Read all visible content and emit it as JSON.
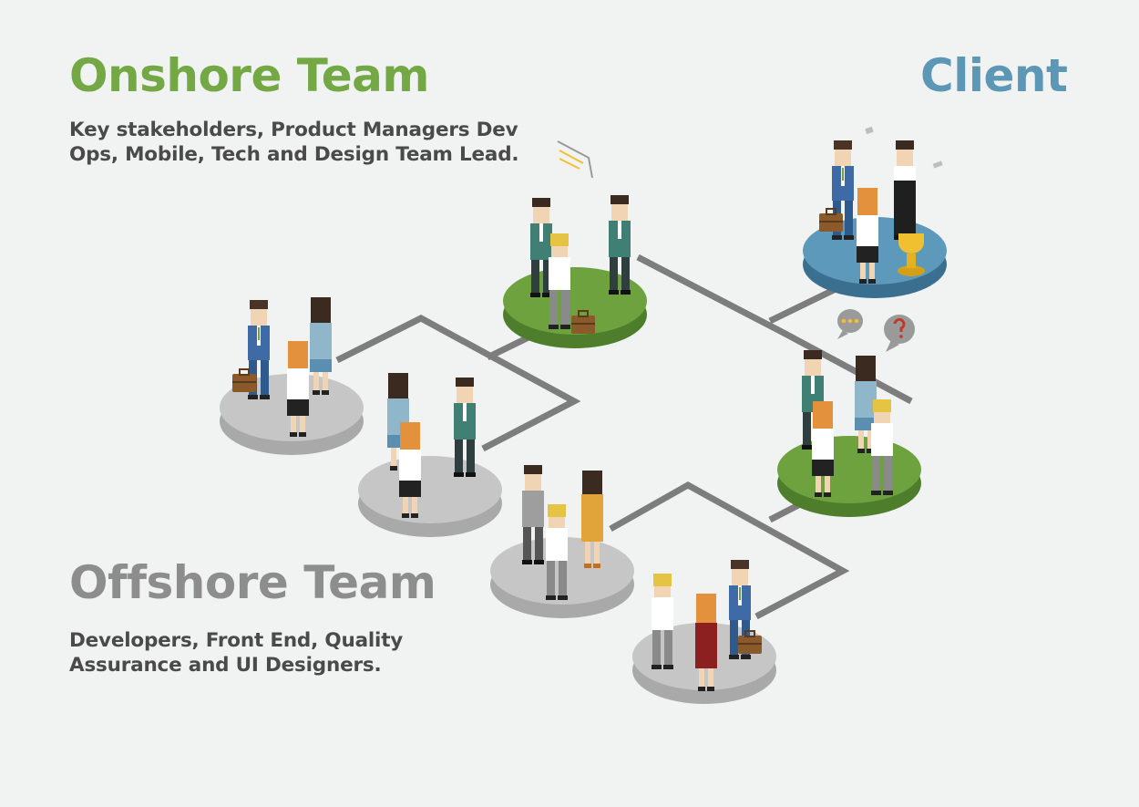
{
  "onshore": {
    "title": "Onshore Team",
    "desc_line1": "Key stakeholders, Product Managers Dev",
    "desc_line2": "Ops, Mobile, Tech and Design Team Lead.",
    "color": "#73a845"
  },
  "client": {
    "title": "Client",
    "color": "#5c97b6"
  },
  "offshore": {
    "title": "Offshore Team",
    "desc_line1": "Developers, Front End, Quality",
    "desc_line2": "Assurance and UI Designers.",
    "color": "#8d8d8d"
  },
  "colors": {
    "platform_green": "#6ea23f",
    "platform_gray": "#c3c3c3",
    "platform_blue": "#5d99bb",
    "connector": "#7d7d7d"
  },
  "icons": [
    "people-group-icon",
    "briefcase-icon",
    "trophy-icon",
    "speech-bubble-icon",
    "question-bubble-icon",
    "ellipsis-bubble-icon"
  ]
}
